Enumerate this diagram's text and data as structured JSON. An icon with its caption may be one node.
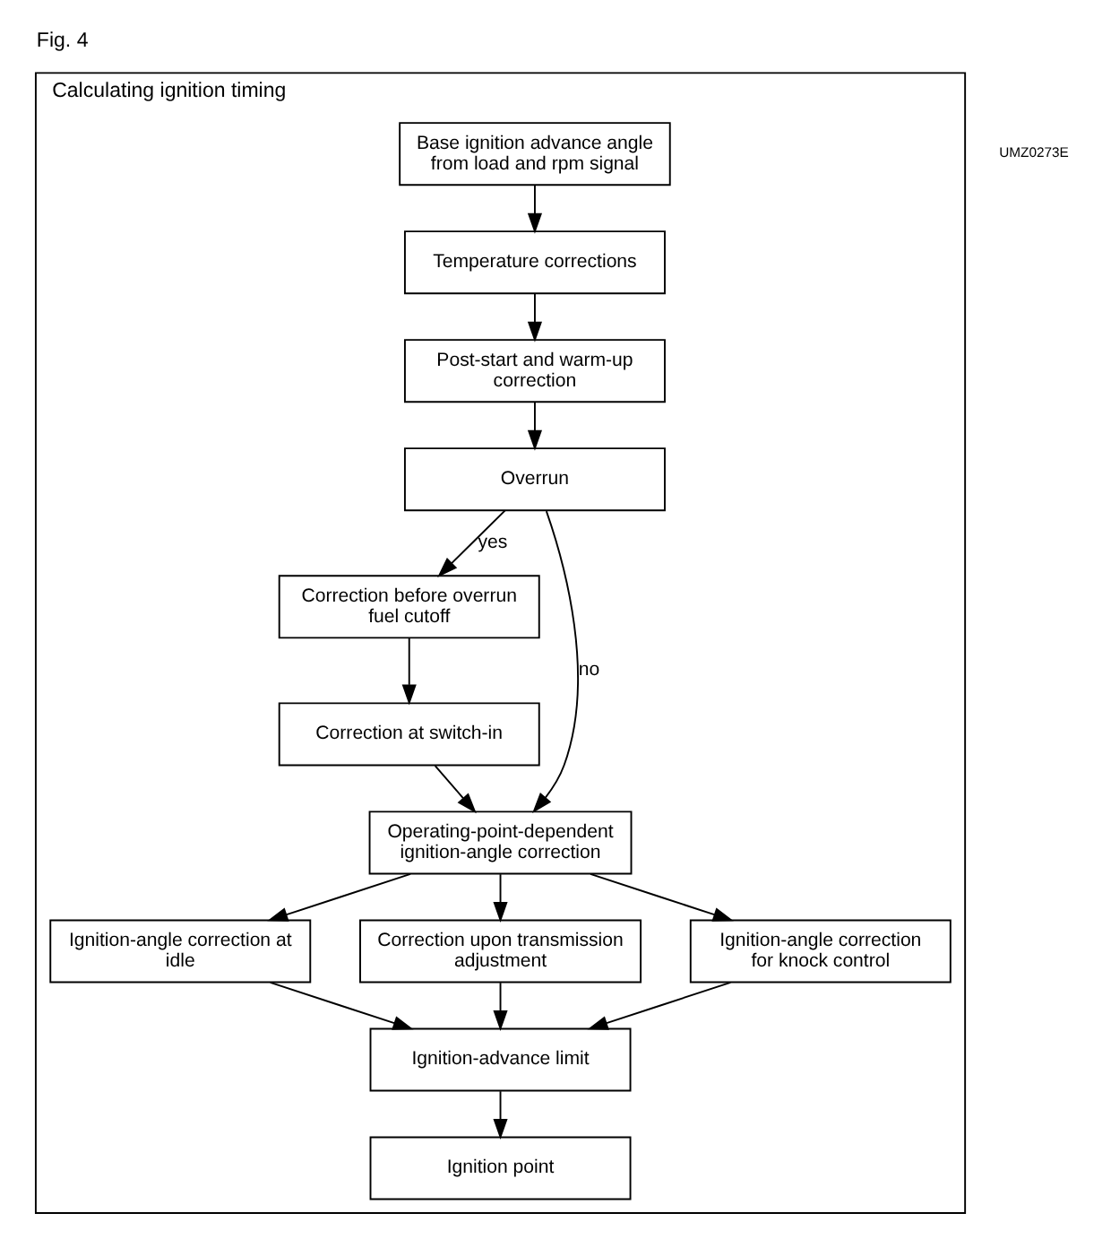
{
  "diagram": {
    "title": "Fig. 4",
    "nodes": [
      {
        "text": [
          "Calculating ignition timing"
        ]
      },
      {
        "text": [
          "Base ignition advance angle from load and rpm signal"
        ],
        "in": 0
      },
      {
        "text": [
          "Temperature corrections"
        ],
        "in": 0
      },
      {
        "text": [
          "Post-start and warm-up correction"
        ],
        "in": 0
      },
      {
        "text": [
          "Overrun"
        ],
        "in": 0
      },
      {
        "text": [
          "Correction before overrun fuel cutoff"
        ],
        "in": 0
      },
      {
        "text": [
          "Correction at switch-in"
        ],
        "in": 0
      },
      {
        "text": [
          "Operating-point-dependent ignition-angle correction"
        ],
        "in": 0
      },
      {
        "text": [
          "Ignition-angle correction at idle"
        ],
        "in": 0
      },
      {
        "text": [
          "Correction upon transmission adjustment"
        ],
        "in": 0
      },
      {
        "text": [
          "Ignition-angle correction for knock control"
        ],
        "in": 0
      },
      {
        "text": [
          "Ignition-advance limit"
        ],
        "in": 0
      },
      {
        "text": [
          "Ignition point"
        ],
        "in": 0
      }
    ],
    "edges": [
      {
        "from": 1,
        "to": 2,
        "arrow": "to"
      },
      {
        "from": 2,
        "to": 3,
        "arrow": "to"
      },
      {
        "from": 3,
        "to": 4,
        "arrow": "to"
      },
      {
        "from": 4,
        "to": 5,
        "arrow": "to",
        "label": "yes"
      },
      {
        "from": 4,
        "to": 7,
        "arrow": "to",
        "label": "no"
      },
      {
        "from": 5,
        "to": 6,
        "arrow": "to"
      },
      {
        "from": 6,
        "to": 7,
        "arrow": "to"
      },
      {
        "from": 7,
        "to": 8,
        "arrow": "to"
      },
      {
        "from": 7,
        "to": 9,
        "arrow": "to"
      },
      {
        "from": 7,
        "to": 10,
        "arrow": "to"
      },
      {
        "from": 8,
        "to": 11,
        "arrow": "to"
      },
      {
        "from": 9,
        "to": 11,
        "arrow": "to"
      },
      {
        "from": 10,
        "to": 11,
        "arrow": "to"
      },
      {
        "from": 11,
        "to": 12,
        "arrow": "to"
      }
    ],
    "labels": [
      "UMZ0273E"
    ]
  }
}
